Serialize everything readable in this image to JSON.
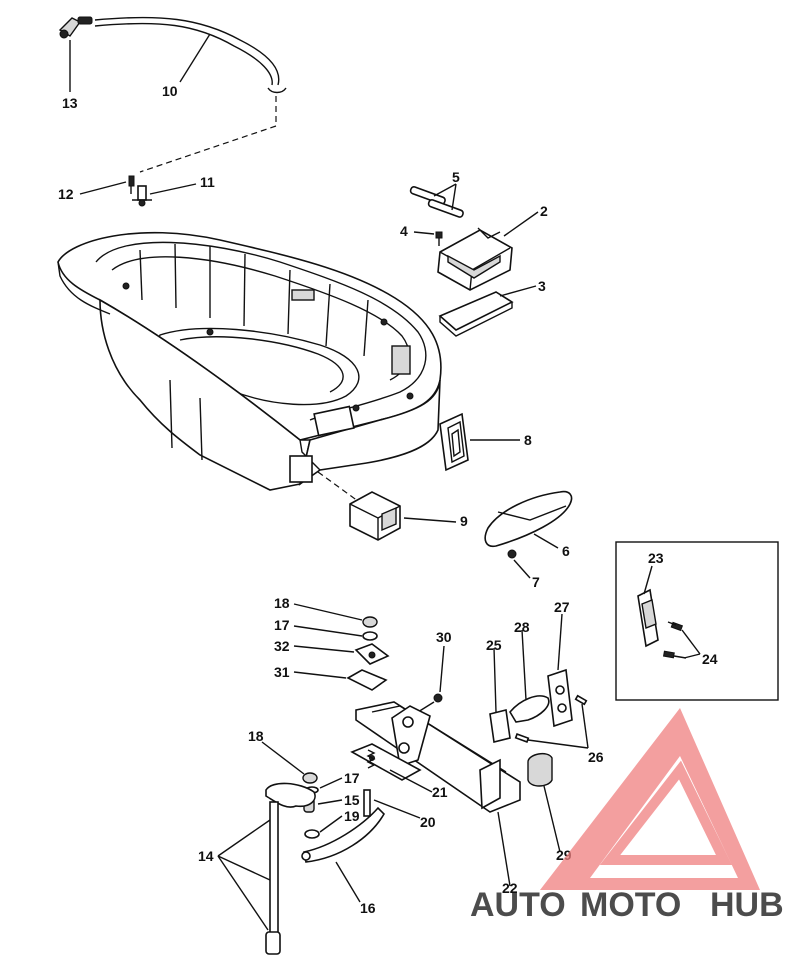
{
  "callouts": {
    "c2": "2",
    "c3": "3",
    "c4": "4",
    "c5": "5",
    "c6": "6",
    "c7": "7",
    "c8": "8",
    "c9": "9",
    "c10": "10",
    "c11": "11",
    "c12": "12",
    "c13": "13",
    "c14": "14",
    "c15": "15",
    "c16": "16",
    "c17a": "17",
    "c17b": "17",
    "c18a": "18",
    "c18b": "18",
    "c19": "19",
    "c20": "20",
    "c21": "21",
    "c22": "22",
    "c23": "23",
    "c24": "24",
    "c25": "25",
    "c26": "26",
    "c27": "27",
    "c28": "28",
    "c29": "29",
    "c30": "30",
    "c31": "31",
    "c32": "32"
  },
  "watermark": {
    "part1": "AUTO",
    "part2": "MOTO",
    "part3": "HUB",
    "color_orange": "#f3b27a",
    "color_red": "#f07f7f",
    "color_gray": "#8a8a8a"
  }
}
